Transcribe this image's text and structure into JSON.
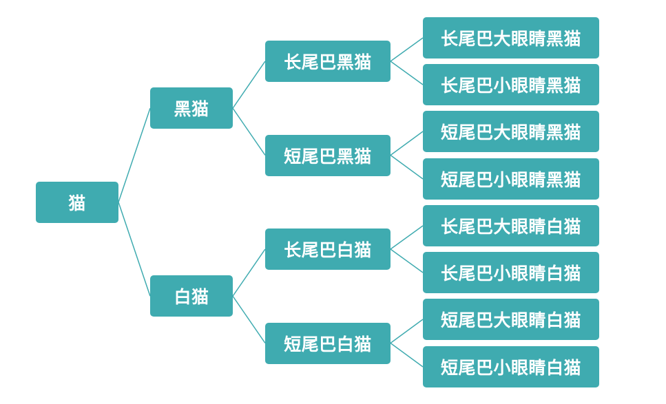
{
  "colors": {
    "node_fill": "#3fabb0",
    "node_text": "#ffffff",
    "connector": "#3fabb0",
    "background": "#ffffff"
  },
  "tree": {
    "label": "猫",
    "children": [
      {
        "label": "黑猫",
        "children": [
          {
            "label": "长尾巴黑猫",
            "children": [
              {
                "label": "长尾巴大眼睛黑猫"
              },
              {
                "label": "长尾巴小眼睛黑猫"
              }
            ]
          },
          {
            "label": "短尾巴黑猫",
            "children": [
              {
                "label": "短尾巴大眼睛黑猫"
              },
              {
                "label": "短尾巴小眼睛黑猫"
              }
            ]
          }
        ]
      },
      {
        "label": "白猫",
        "children": [
          {
            "label": "长尾巴白猫",
            "children": [
              {
                "label": "长尾巴大眼睛白猫"
              },
              {
                "label": "长尾巴小眼睛白猫"
              }
            ]
          },
          {
            "label": "短尾巴白猫",
            "children": [
              {
                "label": "短尾巴大眼睛白猫"
              },
              {
                "label": "短尾巴小眼睛白猫"
              }
            ]
          }
        ]
      }
    ]
  }
}
